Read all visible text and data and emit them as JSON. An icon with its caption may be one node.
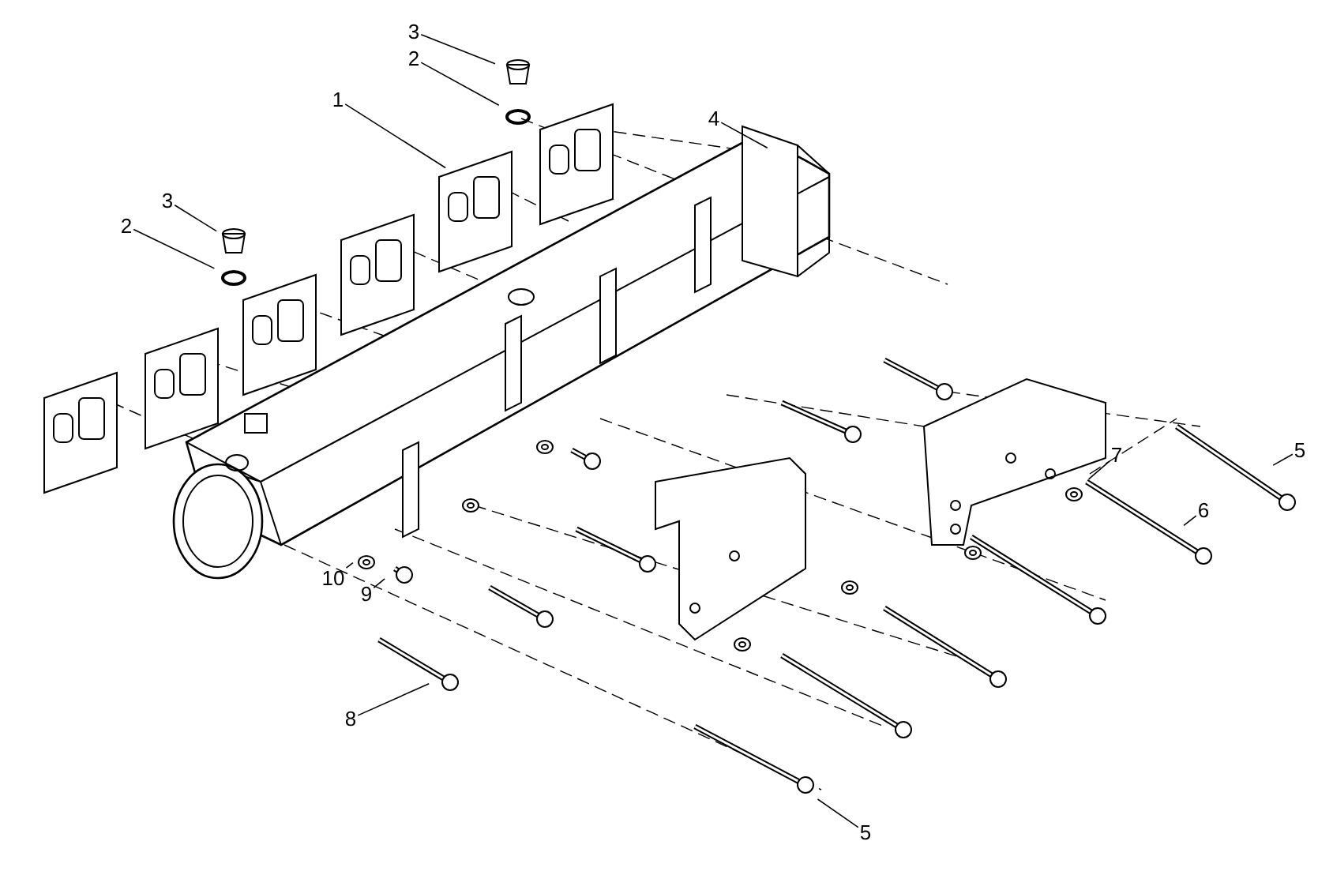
{
  "diagram": {
    "nodes": [
      {
        "text": [
          "3"
        ]
      },
      {
        "text": [
          "2"
        ]
      },
      {
        "text": [
          "1"
        ]
      },
      {
        "text": [
          "3"
        ]
      },
      {
        "text": [
          "2"
        ]
      },
      {
        "text": [
          "4"
        ]
      },
      {
        "text": [
          "5"
        ]
      },
      {
        "text": [
          "7"
        ]
      },
      {
        "text": [
          "6"
        ]
      },
      {
        "text": [
          "10"
        ]
      },
      {
        "text": [
          "9"
        ]
      },
      {
        "text": [
          "8"
        ]
      },
      {
        "text": [
          "5"
        ]
      }
    ],
    "edges": [
      {
        "from": 0,
        "to": null,
        "arrow": "none"
      },
      {
        "from": 1,
        "to": null,
        "arrow": "none"
      },
      {
        "from": 2,
        "to": null,
        "arrow": "none"
      },
      {
        "from": 3,
        "to": null,
        "arrow": "none"
      },
      {
        "from": 4,
        "to": null,
        "arrow": "none"
      },
      {
        "from": 5,
        "to": null,
        "arrow": "none"
      },
      {
        "from": 6,
        "to": null,
        "arrow": "none"
      },
      {
        "from": 7,
        "to": null,
        "arrow": "none"
      },
      {
        "from": 8,
        "to": null,
        "arrow": "none"
      },
      {
        "from": 9,
        "to": null,
        "arrow": "none"
      },
      {
        "from": 10,
        "to": null,
        "arrow": "none"
      },
      {
        "from": 11,
        "to": null,
        "arrow": "none"
      },
      {
        "from": 12,
        "to": null,
        "arrow": "none"
      }
    ]
  }
}
